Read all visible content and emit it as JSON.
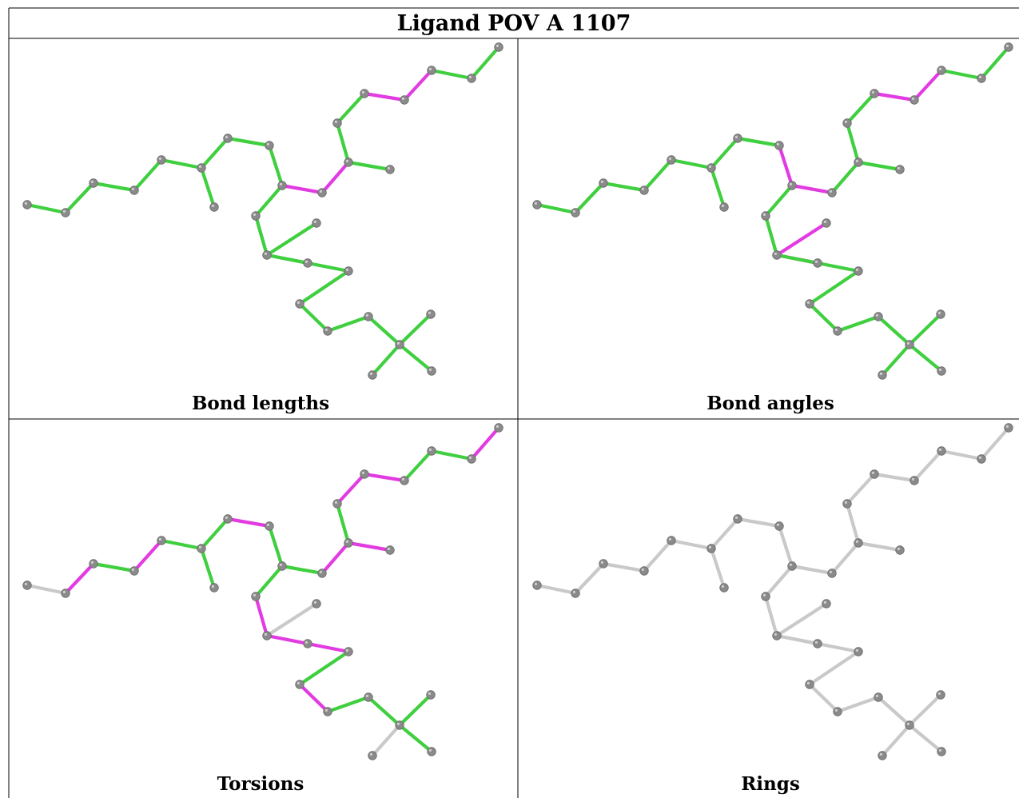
{
  "title": "Ligand POV A 1107",
  "colors": {
    "outlier": "#e23be2",
    "ok": "#3fcf3f",
    "neutral": "#c9c9c9",
    "atom": "#8a8a8a"
  },
  "panels": [
    {
      "id": "bond-lengths",
      "caption": "Bond lengths",
      "magenta": [
        [
          9,
          10
        ],
        [
          10,
          11
        ],
        [
          15,
          16
        ],
        [
          14,
          15
        ]
      ]
    },
    {
      "id": "bond-angles",
      "caption": "Bond angles",
      "magenta": [
        [
          8,
          9
        ],
        [
          9,
          10
        ],
        [
          14,
          15
        ],
        [
          15,
          16
        ],
        [
          20,
          21
        ],
        [
          20,
          22
        ]
      ]
    },
    {
      "id": "torsions",
      "caption": "Torsions",
      "magenta": [
        [
          1,
          2
        ],
        [
          3,
          4
        ],
        [
          7,
          8
        ],
        [
          10,
          11
        ],
        [
          11,
          12
        ],
        [
          12,
          17
        ],
        [
          17,
          18
        ],
        [
          18,
          19
        ],
        [
          19,
          20
        ],
        [
          20,
          23
        ],
        [
          24,
          25
        ],
        [
          14,
          15
        ],
        [
          13,
          14
        ]
      ],
      "neutral": [
        [
          0,
          1
        ],
        [
          7,
          9
        ],
        [
          16,
          30
        ],
        [
          20,
          21
        ],
        [
          20,
          22
        ],
        [
          27,
          28
        ],
        [
          28,
          29
        ],
        [
          28,
          30
        ]
      ]
    },
    {
      "id": "rings",
      "caption": "Rings",
      "allNeutral": true
    }
  ]
}
